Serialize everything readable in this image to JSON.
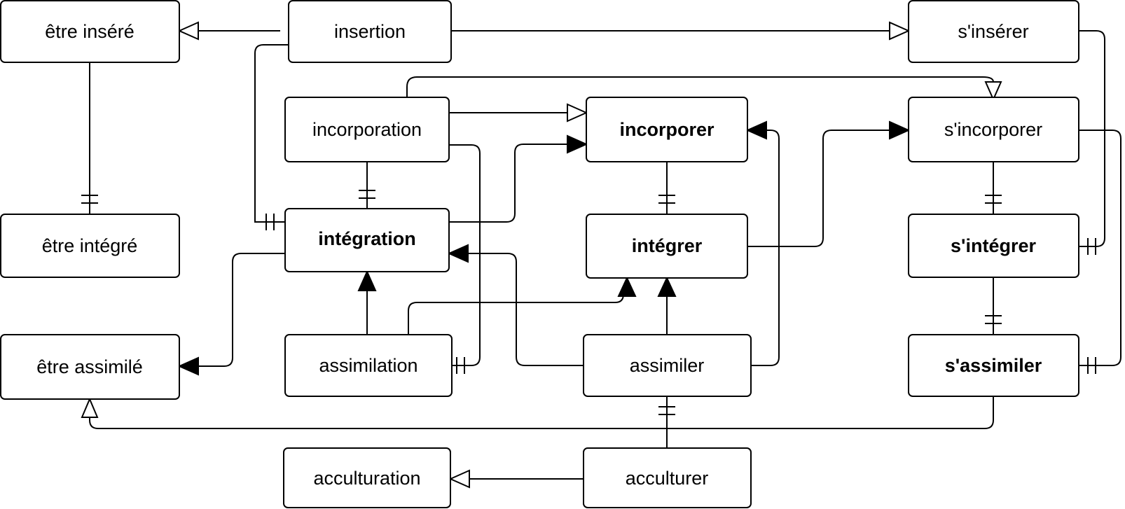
{
  "diagram": {
    "nodes": {
      "etre_insere": {
        "label": "être inséré",
        "bold": false
      },
      "insertion": {
        "label": "insertion",
        "bold": false
      },
      "s_inserer": {
        "label": "s'insérer",
        "bold": false
      },
      "incorporation": {
        "label": "incorporation",
        "bold": false
      },
      "incorporer": {
        "label": "incorporer",
        "bold": true
      },
      "s_incorporer": {
        "label": "s'incorporer",
        "bold": false
      },
      "etre_integre": {
        "label": "être intégré",
        "bold": false
      },
      "integration": {
        "label": "intégration",
        "bold": true
      },
      "integrer": {
        "label": "intégrer",
        "bold": true
      },
      "s_integrer": {
        "label": "s'intégrer",
        "bold": true
      },
      "etre_assimile": {
        "label": "être assimilé",
        "bold": false
      },
      "assimilation": {
        "label": "assimilation",
        "bold": false
      },
      "assimiler": {
        "label": "assimiler",
        "bold": false
      },
      "s_assimiler": {
        "label": "s'assimiler",
        "bold": true
      },
      "acculturation": {
        "label": "acculturation",
        "bold": false
      },
      "acculturer": {
        "label": "acculturer",
        "bold": false
      }
    },
    "edges": [
      {
        "from": "insertion",
        "to": "etre_insere",
        "marker": "open-arrow"
      },
      {
        "from": "insertion",
        "to": "s_inserer",
        "marker": "open-arrow"
      },
      {
        "from": "insertion",
        "to": "integration",
        "marker": "double-bar"
      },
      {
        "from": "etre_insere",
        "to": "etre_integre",
        "marker": "double-bar"
      },
      {
        "from": "incorporation",
        "to": "incorporer",
        "marker": "open-arrow"
      },
      {
        "from": "incorporation",
        "to": "s_incorporer",
        "marker": "open-arrow"
      },
      {
        "from": "incorporation",
        "to": "integration",
        "marker": "double-bar"
      },
      {
        "from": "incorporation",
        "to": "assimilation",
        "marker": "double-bar"
      },
      {
        "from": "integration",
        "to": "incorporer",
        "marker": "solid-arrow"
      },
      {
        "from": "integration",
        "to": "etre_assimile",
        "marker": "solid-arrow"
      },
      {
        "from": "incorporer",
        "to": "integrer",
        "marker": "double-bar"
      },
      {
        "from": "integrer",
        "to": "s_incorporer",
        "marker": "solid-arrow"
      },
      {
        "from": "s_inserer",
        "to": "s_integrer",
        "marker": "double-bar"
      },
      {
        "from": "s_incorporer",
        "to": "s_integrer",
        "marker": "double-bar"
      },
      {
        "from": "s_incorporer",
        "to": "s_assimiler",
        "marker": "double-bar"
      },
      {
        "from": "s_integrer",
        "to": "s_assimiler",
        "marker": "double-bar"
      },
      {
        "from": "assimilation",
        "to": "integration",
        "marker": "solid-arrow"
      },
      {
        "from": "assimilation",
        "to": "integrer",
        "marker": "solid-arrow"
      },
      {
        "from": "assimiler",
        "to": "integration",
        "marker": "solid-arrow"
      },
      {
        "from": "assimiler",
        "to": "integrer",
        "marker": "solid-arrow"
      },
      {
        "from": "assimiler",
        "to": "incorporer",
        "marker": "solid-arrow"
      },
      {
        "from": "assimiler",
        "to": "acculturer",
        "marker": "double-bar"
      },
      {
        "from": "s_assimiler",
        "to": "etre_assimile",
        "marker": "open-arrow"
      },
      {
        "from": "acculturer",
        "to": "acculturation",
        "marker": "open-arrow"
      }
    ]
  }
}
